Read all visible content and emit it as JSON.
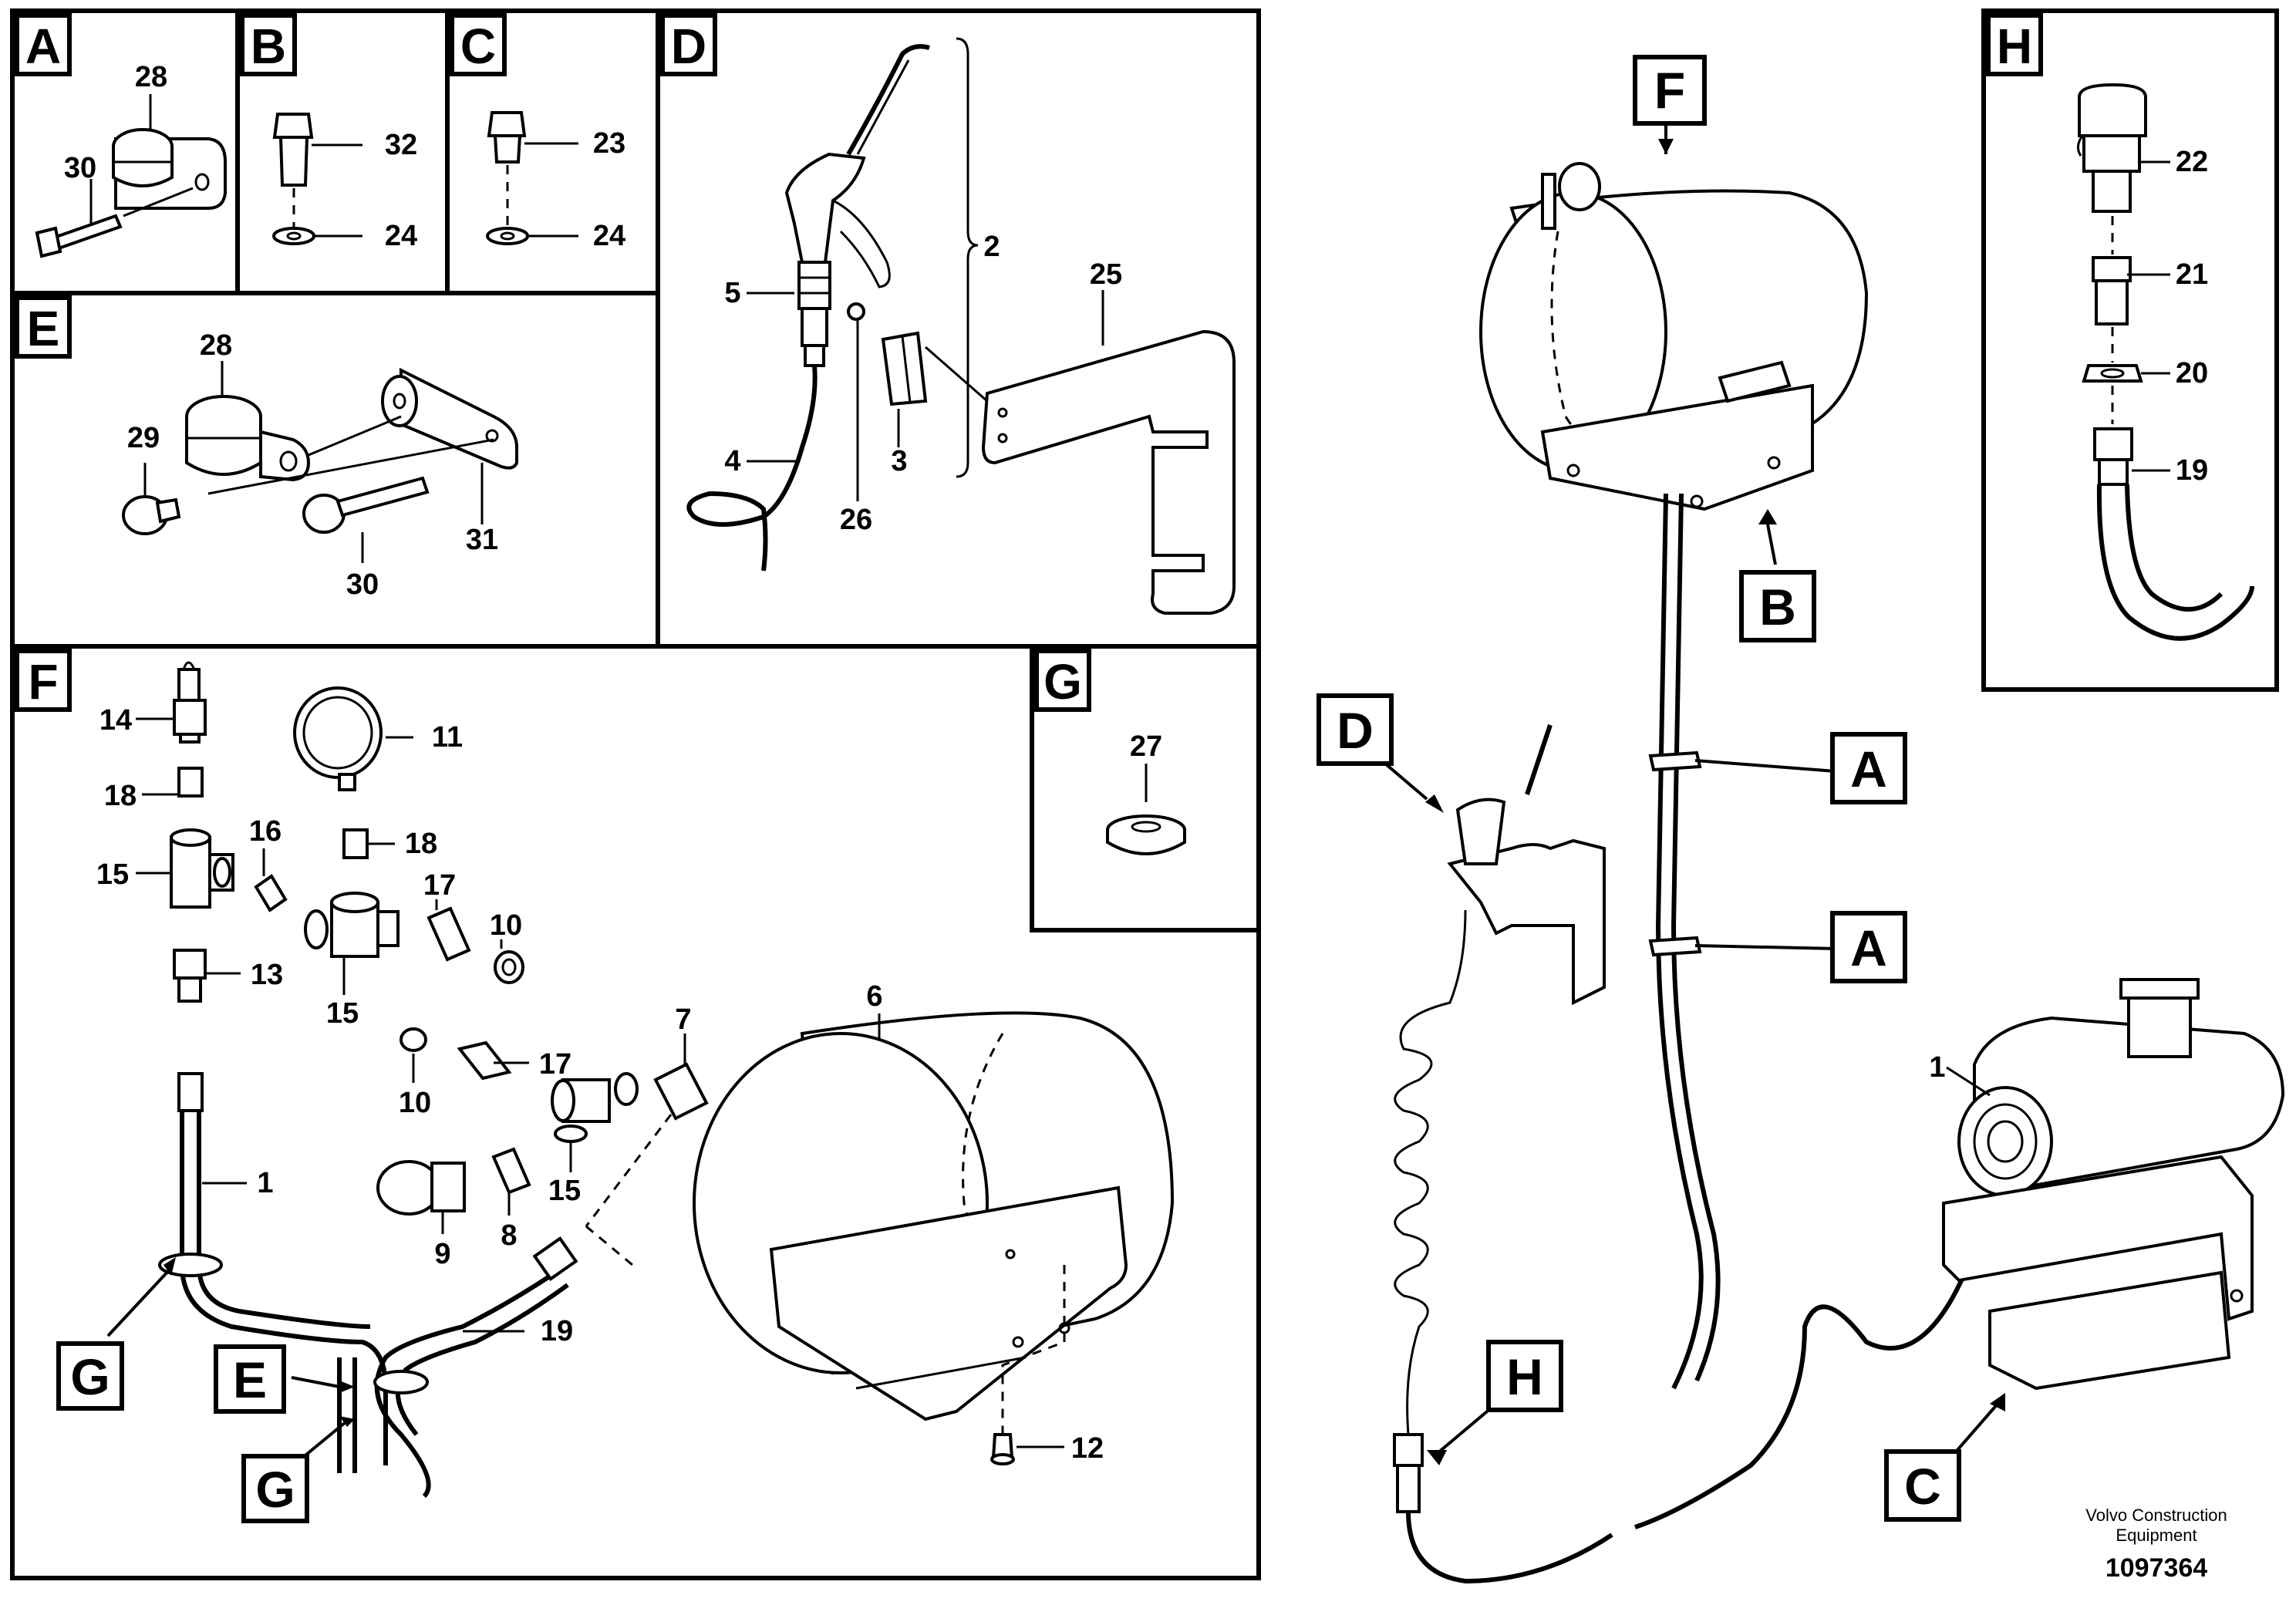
{
  "panels": {
    "A": "A",
    "B": "B",
    "C": "C",
    "D": "D",
    "E": "E",
    "F": "F",
    "G": "G",
    "H": "H"
  },
  "labels": {
    "a": {
      "n28": "28",
      "n30": "30"
    },
    "b": {
      "n32": "32",
      "n24": "24"
    },
    "c": {
      "n23": "23",
      "n24": "24"
    },
    "d": {
      "n2": "2",
      "n5": "5",
      "n4": "4",
      "n3": "3",
      "n26": "26",
      "n25": "25"
    },
    "e": {
      "n28": "28",
      "n29": "29",
      "n30": "30",
      "n31": "31"
    },
    "f": {
      "n14": "14",
      "n11": "11",
      "n18a": "18",
      "n18b": "18",
      "n15a": "15",
      "n16": "16",
      "n17a": "17",
      "n10a": "10",
      "n13": "13",
      "n15b": "15",
      "n7": "7",
      "n6": "6",
      "n17b": "17",
      "n10b": "10",
      "n8": "8",
      "n9": "9",
      "n15c": "15",
      "n1": "1",
      "n19": "19",
      "n12": "12"
    },
    "g": {
      "n27": "27"
    },
    "h": {
      "n22": "22",
      "n21": "21",
      "n20": "20",
      "n19": "19"
    },
    "overview": {
      "n1": "1"
    }
  },
  "callouts": {
    "f_G1": "G",
    "f_E": "E",
    "f_G2": "G",
    "ov_F": "F",
    "ov_B": "B",
    "ov_D": "D",
    "ov_A1": "A",
    "ov_A2": "A",
    "ov_H": "H",
    "ov_C": "C"
  },
  "footer": {
    "company_line1": "Volvo Construction",
    "company_line2": "Equipment",
    "drawing_number": "1097364"
  }
}
